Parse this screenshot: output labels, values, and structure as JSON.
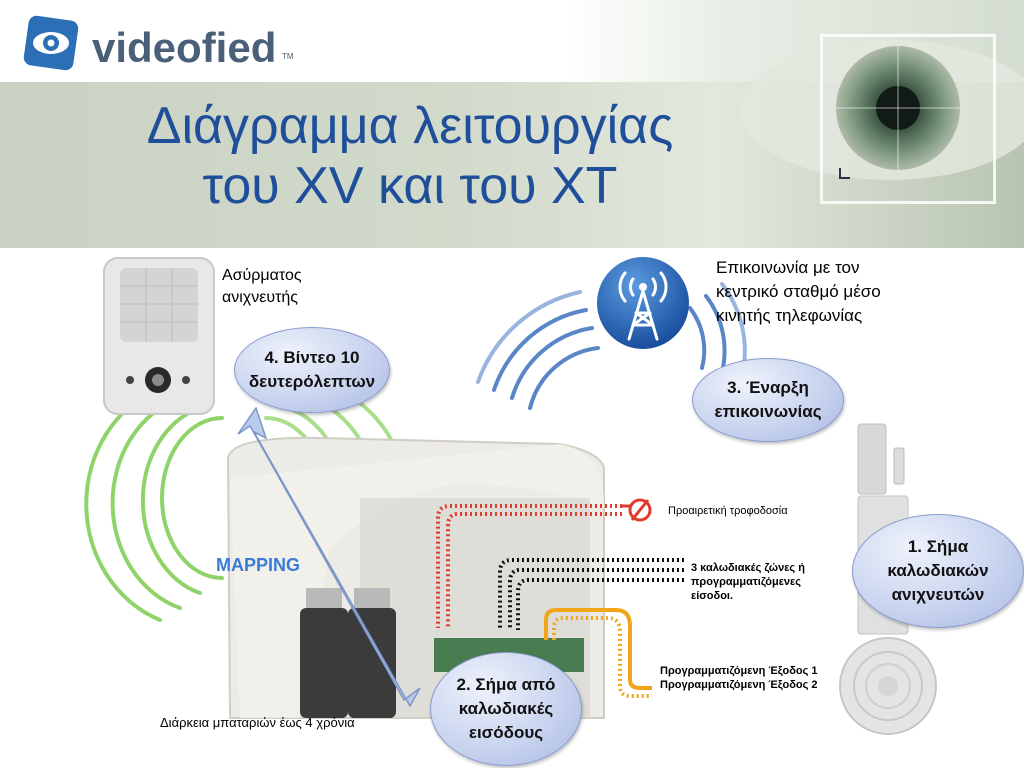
{
  "brand": {
    "name": "videofied",
    "tm": "TM"
  },
  "title": {
    "line1": "Διάγραμμα λειτουργίας",
    "line2": "του XV και του XT"
  },
  "notes": {
    "detector": {
      "line1": "Ασύρματος",
      "line2": "ανιχνευτής"
    },
    "communication": {
      "line1": "Επικοινωνία με τον",
      "line2": "κεντρικό σταθμό μέσο",
      "line3": "κινητής τηλεφωνίας"
    },
    "power": "Προαιρετική τροφοδοσία",
    "zones": {
      "line1": "3 καλωδιακές ζώνες ή",
      "line2": "προγραμματιζόμενες",
      "line3": "είσοδοι."
    },
    "outputs": {
      "line1": "Προγραμματιζόμενη Έξοδος 1",
      "line2": "Προγραμματιζόμενη Έξοδος 2"
    },
    "battery": "Διάρκεια μπαταριών έως 4 χρόνια",
    "mapping": "MAPPING"
  },
  "bubbles": {
    "video": {
      "line1": "4.    Βίντεο 10",
      "line2": "δευτερόλεπτων"
    },
    "comm": {
      "line1": "3.   Έναρξη",
      "line2": "επικοινωνίας"
    },
    "wired_detectors": {
      "line1": "1.    Σήμα",
      "line2": "καλωδιακών",
      "line3": "ανιχνευτών"
    },
    "wired_inputs": {
      "line1": "2.   Σήμα από",
      "line2": "καλωδιακές",
      "line3": "εισόδους"
    }
  },
  "colors": {
    "title": "#1f4e9a",
    "red_wire": "#e03a2e",
    "black_wire": "#111111",
    "orange_wire": "#f2a51a",
    "green_waves": "#8fd36a",
    "blue_waves": "#5a86c8"
  },
  "icons": {
    "tower": "antenna-tower-icon",
    "logo": "eye-logo-icon"
  }
}
